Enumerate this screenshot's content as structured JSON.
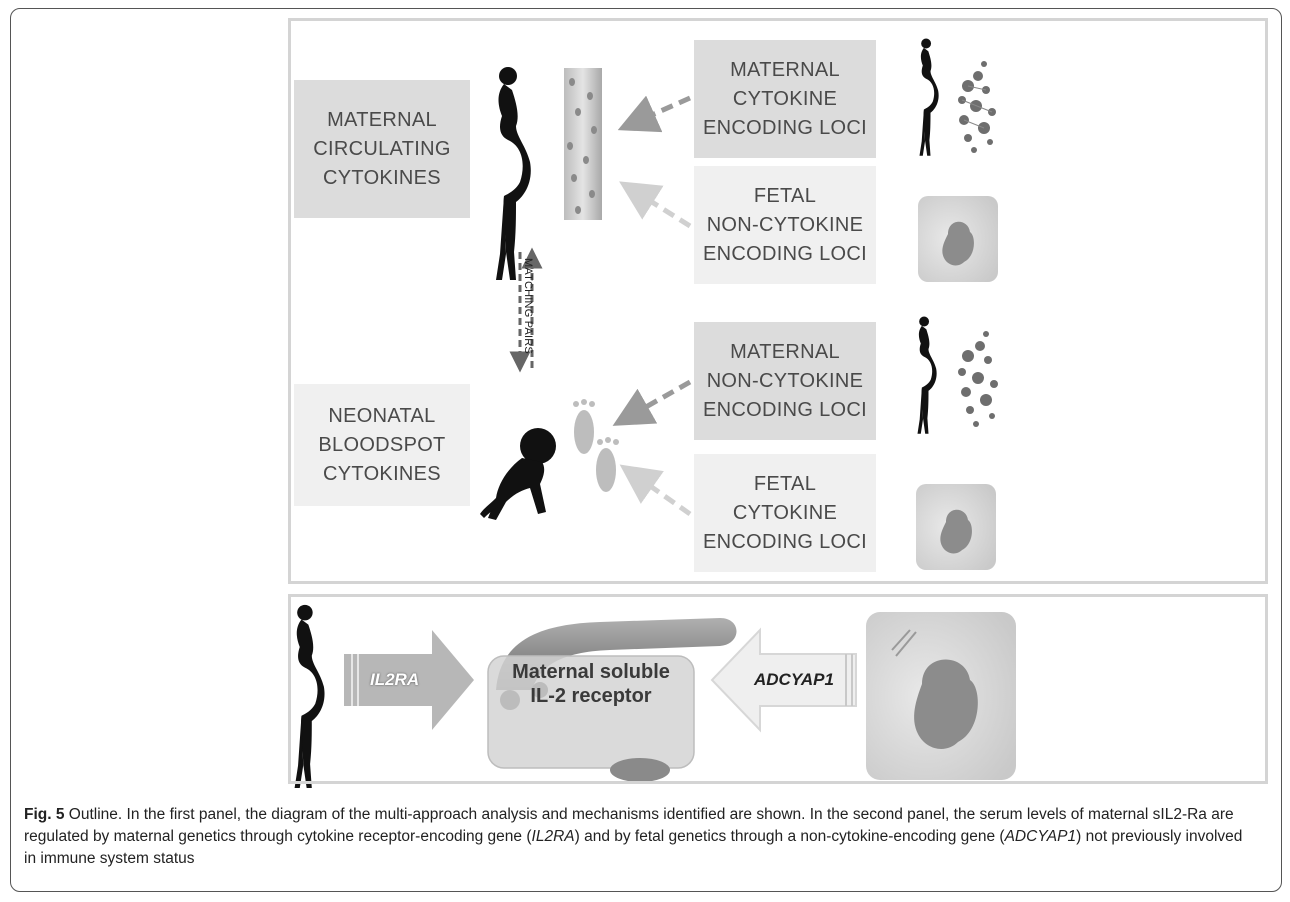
{
  "panel1": {
    "boxes": {
      "maternal_circulating": "MATERNAL\nCIRCULATING\nCYTOKINES",
      "maternal_cytokine_loci": "MATERNAL\nCYTOKINE\nENCODING LOCI",
      "fetal_noncytokine_loci": "FETAL\nNON-CYTOKINE\nENCODING LOCI",
      "maternal_noncytokine_loci": "MATERNAL\nNON-CYTOKINE\nENCODING LOCI",
      "neonatal_bloodspot": "NEONATAL\nBLOODSPOT\nCYTOKINES",
      "fetal_cytokine_loci": "FETAL\nCYTOKINE\nENCODING LOCI"
    },
    "matching_label": "MATCHING PAIRS"
  },
  "panel2": {
    "left_gene": "IL2RA",
    "right_gene": "ADCYAP1",
    "center_label": "Maternal soluble\nIL-2 receptor"
  },
  "caption": {
    "fig_label": "Fig. 5",
    "text_1": " Outline. In the first panel, the diagram of the multi-approach analysis and mechanisms identified are shown. In the second panel, the serum levels of maternal sIL2-Ra are regulated by maternal genetics through cytokine receptor-encoding gene (",
    "gene_1": "IL2RA",
    "text_2": ") and by fetal genetics through a non-cytokine-encoding gene (",
    "gene_2": "ADCYAP1",
    "text_3": ") not previously involved in immune system status"
  },
  "colors": {
    "dark_box": "#dcdcdc",
    "light_box": "#f0f0f0",
    "silhouette": "#111111",
    "arrow_dark": "#9a9a9a",
    "arrow_light": "#d0d0d0"
  },
  "icons": [
    "pregnant-woman-icon",
    "blood-vessel-icon",
    "dna-icon",
    "fetus-icon",
    "baby-icon",
    "footprints-icon"
  ]
}
